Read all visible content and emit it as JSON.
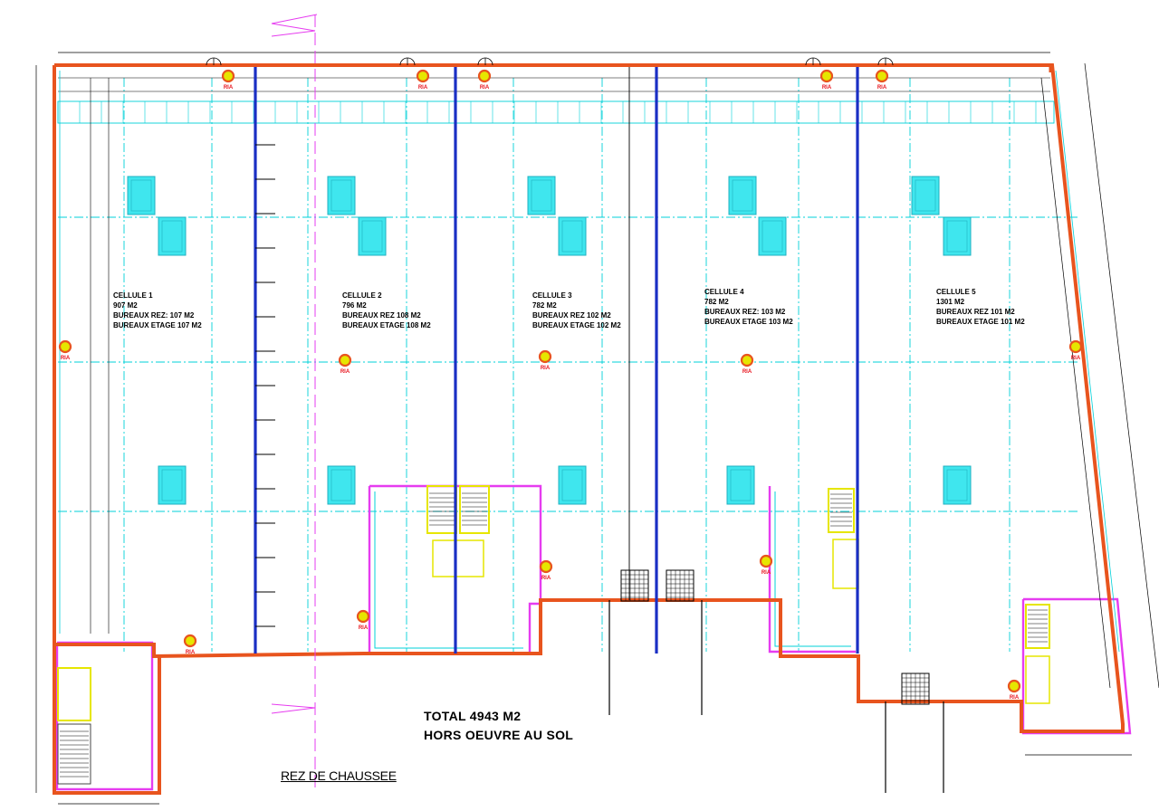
{
  "plan": {
    "cells": [
      {
        "id": "1",
        "lines": [
          "CELLULE 1",
          "907 M2",
          "BUREAUX REZ: 107 M2",
          "BUREAUX ETAGE 107 M2"
        ]
      },
      {
        "id": "2",
        "lines": [
          "CELLULE 2",
          "796 M2",
          "BUREAUX REZ 108 M2",
          "BUREAUX ETAGE 108 M2"
        ]
      },
      {
        "id": "3",
        "lines": [
          "CELLULE 3",
          "782 M2",
          "BUREAUX REZ 102 M2",
          "BUREAUX ETAGE 102 M2"
        ]
      },
      {
        "id": "4",
        "lines": [
          "CELLULE 4",
          "782 M2",
          "BUREAUX REZ: 103 M2",
          "BUREAUX ETAGE 103 M2"
        ]
      },
      {
        "id": "5",
        "lines": [
          "CELLULE 5",
          "1301 M2",
          "BUREAUX REZ 101 M2",
          "BUREAUX ETAGE 101 M2"
        ]
      }
    ],
    "total_area": "TOTAL 4943 M2",
    "total_note": "HORS OEUVRE AU SOL",
    "floor_title": "REZ DE CHAUSSEE",
    "extinguisher_label": "RIA",
    "colors": {
      "outer_wall": "#e8541e",
      "partition": "#1a2fc4",
      "grid": "#00d0d8",
      "skylight": "#3fe6ee",
      "office_wall": "#e63cf0",
      "stair": "#e6e600",
      "extinguisher": "#e8541e"
    }
  }
}
